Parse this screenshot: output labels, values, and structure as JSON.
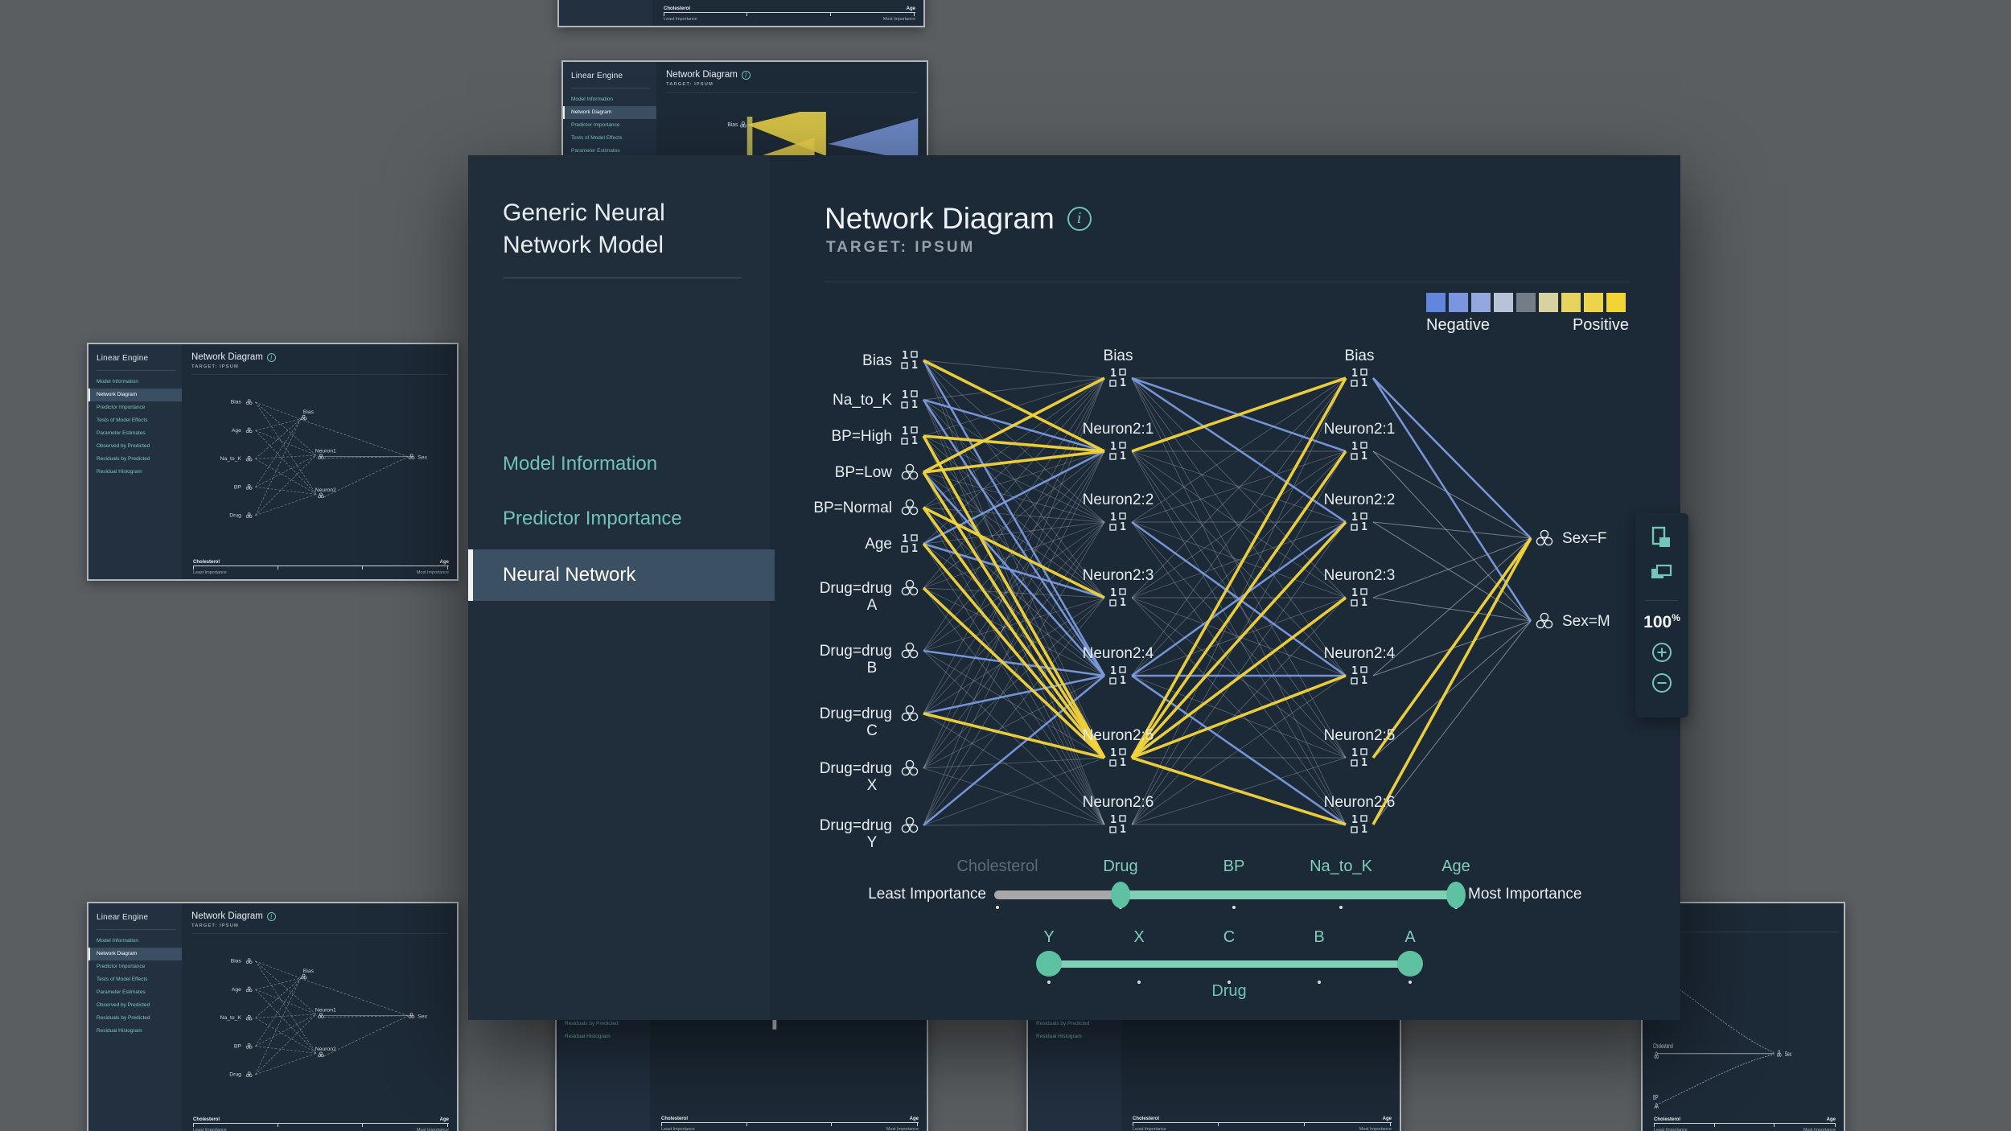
{
  "desktop": {
    "bg_color": "#5a5e61"
  },
  "modal": {
    "sidebar": {
      "title": "Generic Neural Network Model",
      "items": [
        {
          "label": "Model Information",
          "selected": false
        },
        {
          "label": "Predictor Importance",
          "selected": false
        },
        {
          "label": "Neural Network",
          "selected": true
        }
      ]
    },
    "header": {
      "title": "Network Diagram",
      "info_icon": "i",
      "subtitle": "TARGET: IPSUM"
    },
    "legend": {
      "negative_label": "Negative",
      "positive_label": "Positive",
      "swatches": [
        "#6286dc",
        "#7b96de",
        "#95a8de",
        "#b8c3d7",
        "#747c86",
        "#d8d2a2",
        "#e7d35f",
        "#edd44a",
        "#f3d436"
      ]
    },
    "network": {
      "input_nodes": [
        {
          "label": "Bias",
          "icon": "binary-icon"
        },
        {
          "label": "Na_to_K",
          "icon": "binary-icon"
        },
        {
          "label": "BP=High",
          "icon": "binary-icon"
        },
        {
          "label": "BP=Low",
          "icon": "cluster-icon"
        },
        {
          "label": "BP=Normal",
          "icon": "cluster-icon"
        },
        {
          "label": "Age",
          "icon": "binary-icon"
        },
        {
          "label": "Drug=drug",
          "sub": "A",
          "icon": "cluster-icon"
        },
        {
          "label": "Drug=drug",
          "sub": "B",
          "icon": "cluster-icon"
        },
        {
          "label": "Drug=drug",
          "sub": "C",
          "icon": "cluster-icon"
        },
        {
          "label": "Drug=drug",
          "sub": "X",
          "icon": "cluster-icon"
        },
        {
          "label": "Drug=drug",
          "sub": "Y",
          "icon": "cluster-icon"
        }
      ],
      "hidden1_nodes": [
        {
          "label": "Bias",
          "icon": "binary-icon"
        },
        {
          "label": "Neuron2:1",
          "icon": "binary-icon"
        },
        {
          "label": "Neuron2:2",
          "icon": "binary-icon"
        },
        {
          "label": "Neuron2:3",
          "icon": "binary-icon"
        },
        {
          "label": "Neuron2:4",
          "icon": "binary-icon"
        },
        {
          "label": "Neuron2:5",
          "icon": "binary-icon"
        },
        {
          "label": "Neuron2:6",
          "icon": "binary-icon"
        }
      ],
      "hidden2_nodes": [
        {
          "label": "Bias",
          "icon": "binary-icon"
        },
        {
          "label": "Neuron2:1",
          "icon": "binary-icon"
        },
        {
          "label": "Neuron2:2",
          "icon": "binary-icon"
        },
        {
          "label": "Neuron2:3",
          "icon": "binary-icon"
        },
        {
          "label": "Neuron2:4",
          "icon": "binary-icon"
        },
        {
          "label": "Neuron2:5",
          "icon": "binary-icon"
        },
        {
          "label": "Neuron2:6",
          "icon": "binary-icon"
        }
      ],
      "output_nodes": [
        {
          "label": "Sex=F",
          "icon": "cluster-icon"
        },
        {
          "label": "Sex=M",
          "icon": "cluster-icon"
        }
      ],
      "edge_colors": {
        "faint": "#c6cfd9",
        "negative": "#7d9ce2",
        "positive": "#f2d43d"
      },
      "highlights": {
        "l0_l1": [
          [
            0,
            1,
            "p"
          ],
          [
            2,
            1,
            "p"
          ],
          [
            2,
            5,
            "p"
          ],
          [
            3,
            0,
            "p"
          ],
          [
            3,
            1,
            "p"
          ],
          [
            3,
            5,
            "p"
          ],
          [
            4,
            3,
            "p"
          ],
          [
            4,
            5,
            "p"
          ],
          [
            5,
            5,
            "p"
          ],
          [
            6,
            5,
            "p"
          ],
          [
            8,
            5,
            "p"
          ],
          [
            0,
            4,
            "n"
          ],
          [
            1,
            1,
            "n"
          ],
          [
            1,
            4,
            "n"
          ],
          [
            3,
            4,
            "n"
          ],
          [
            5,
            1,
            "n"
          ],
          [
            5,
            3,
            "n"
          ],
          [
            7,
            4,
            "n"
          ],
          [
            8,
            4,
            "n"
          ],
          [
            10,
            4,
            "n"
          ]
        ],
        "l1_l2": [
          [
            5,
            0,
            "p"
          ],
          [
            5,
            1,
            "p"
          ],
          [
            5,
            2,
            "p"
          ],
          [
            5,
            3,
            "p"
          ],
          [
            5,
            4,
            "p"
          ],
          [
            5,
            6,
            "p"
          ],
          [
            1,
            0,
            "p"
          ],
          [
            0,
            1,
            "n"
          ],
          [
            0,
            2,
            "n"
          ],
          [
            4,
            2,
            "n"
          ],
          [
            4,
            4,
            "n"
          ],
          [
            4,
            6,
            "n"
          ],
          [
            2,
            4,
            "n"
          ]
        ],
        "l2_out": [
          [
            6,
            0,
            "p"
          ],
          [
            5,
            0,
            "p"
          ],
          [
            0,
            0,
            "n"
          ],
          [
            0,
            1,
            "n"
          ]
        ]
      }
    },
    "importance_slider": {
      "left_label": "Least Importance",
      "right_label": "Most Importance",
      "ticks": [
        {
          "label": "Cholesterol",
          "active": false
        },
        {
          "label": "Drug",
          "active": true
        },
        {
          "label": "BP",
          "active": true
        },
        {
          "label": "Na_to_K",
          "active": true
        },
        {
          "label": "Age",
          "active": true
        }
      ],
      "handle_positions": [
        "Drug",
        "Age"
      ]
    },
    "drug_slider": {
      "ticks": [
        "Y",
        "X",
        "C",
        "B",
        "A"
      ],
      "handle_positions": [
        "Y",
        "A"
      ],
      "axis_label": "Drug"
    },
    "toolbar": {
      "zoom_value": "100",
      "zoom_unit": "%",
      "icons": [
        "portrait-layout-icon",
        "landscape-layout-icon",
        "zoom-in-icon",
        "zoom-out-icon"
      ]
    }
  },
  "mini": {
    "sidebar_title": "Linear Engine",
    "sidebar_items": [
      "Model Information",
      "Network Diagram",
      "Predictor Importance",
      "Tests of Model Effects",
      "Parameter Estimates",
      "Observed by Predicted",
      "Residuals by Predicted",
      "Residual Histogram"
    ],
    "selected_item": "Network Diagram",
    "header_title": "Network Diagram",
    "info_icon": "i",
    "subtitle": "TARGET: IPSUM",
    "axis": {
      "left_tick": "Cholesterol",
      "right_tick": "Age",
      "least": "Least Importance",
      "most": "Most Importance"
    },
    "network_labels": {
      "inputs": [
        "Bias",
        "Age",
        "Na_to_K",
        "BP",
        "Drug"
      ],
      "sankey_inputs": [
        "BP",
        "Drug",
        "Cholesterol"
      ],
      "hidden": [
        "Bias",
        "Neuron1",
        "Neuron2"
      ],
      "output": "Sex"
    }
  }
}
